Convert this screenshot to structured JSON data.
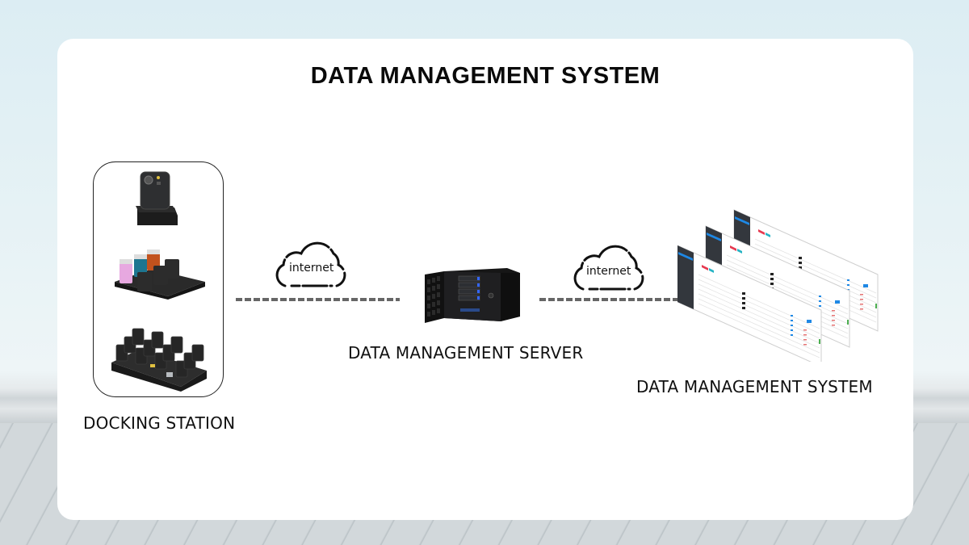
{
  "page": {
    "title": "DATA MANAGEMENT SYSTEM"
  },
  "nodes": {
    "docking_station": {
      "label": "DOCKING STATION",
      "devices": [
        "single-dock-camera",
        "six-bay-dock",
        "twelve-bay-dock"
      ]
    },
    "server": {
      "label": "DATA MANAGEMENT SERVER"
    },
    "system": {
      "label": "DATA MANAGEMENT SYSTEM"
    }
  },
  "connections": [
    {
      "from": "docking_station",
      "to": "server",
      "label": "internet",
      "icon": "cloud-icon"
    },
    {
      "from": "server",
      "to": "system",
      "label": "internet",
      "icon": "cloud-icon"
    }
  ],
  "colors": {
    "accent_blue": "#1e88e5",
    "badge_red": "#e53950",
    "badge_teal": "#26b3c4",
    "sidebar_dark": "#33373d"
  }
}
